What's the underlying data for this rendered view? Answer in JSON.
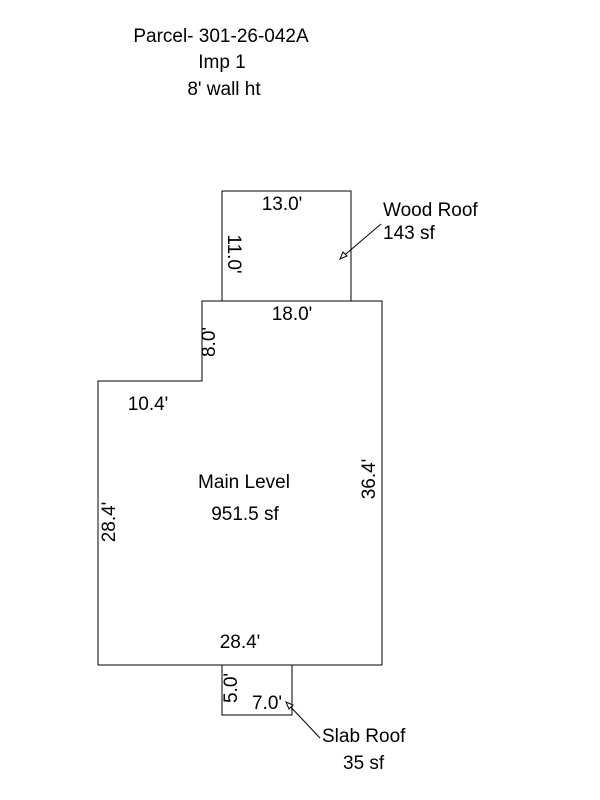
{
  "header": {
    "parcel": "Parcel- 301-26-042A",
    "improvement": "Imp 1",
    "wall_height": "8' wall ht"
  },
  "areas": {
    "wood_roof": {
      "name": "Wood Roof",
      "size": "143 sf"
    },
    "main_level": {
      "name": "Main Level",
      "size": "951.5 sf"
    },
    "slab_roof": {
      "name": "Slab Roof",
      "size": "35 sf"
    }
  },
  "dimensions": {
    "wood_roof_top": "13.0'",
    "wood_roof_side": "11.0'",
    "main_top": "18.0'",
    "main_step_vertical": "8.0'",
    "main_step_horizontal": "10.4'",
    "main_right": "36.4'",
    "main_left": "28.4'",
    "main_bottom": "28.4'",
    "slab_side": "5.0'",
    "slab_bottom": "7.0'"
  },
  "colors": {
    "line": "#000000",
    "background": "#ffffff"
  }
}
